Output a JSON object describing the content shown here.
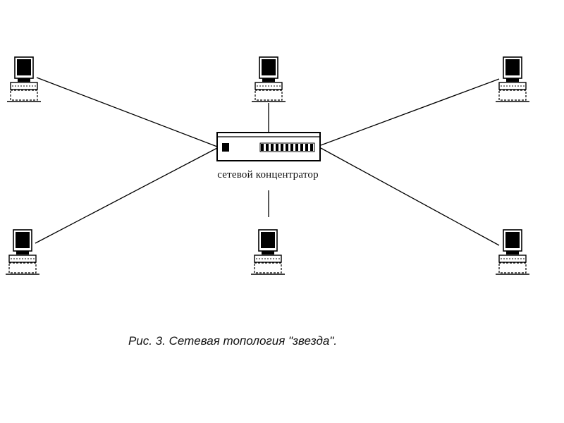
{
  "diagram": {
    "hub_label": "сетевой концентратор",
    "caption": "Рис. 3. Сетевая топология \"звезда\".",
    "nodes": [
      "computer-top-left",
      "computer-top-center",
      "computer-top-right",
      "computer-bottom-left",
      "computer-bottom-center",
      "computer-bottom-right"
    ],
    "icons": {
      "computer": "computer-icon",
      "hub": "network-hub-icon"
    },
    "colors": {
      "line": "#000000",
      "background": "#ffffff"
    }
  }
}
